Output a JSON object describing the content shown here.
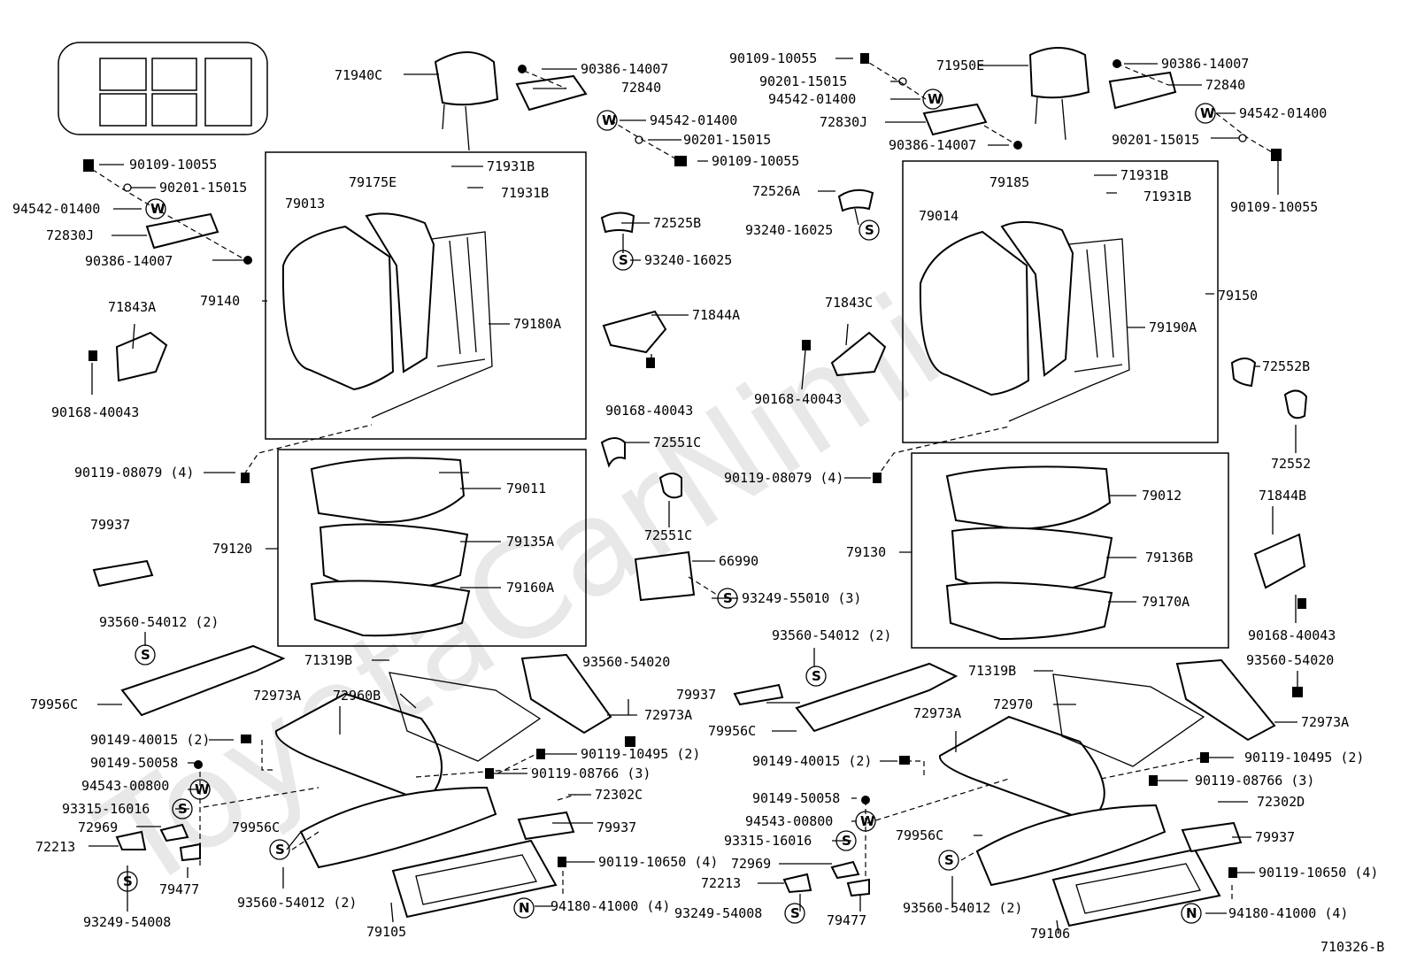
{
  "watermark": "ToyotaCarNimi",
  "figure_code": "710326-B",
  "symbols": {
    "washer": "W",
    "screw": "S",
    "nut": "N"
  },
  "labels": {
    "p71940C": "71940C",
    "p90386_14007_a": "90386-14007",
    "p72840_a": "72840",
    "p94542_01400_a": "94542-01400",
    "p90201_15015_a": "90201-15015",
    "p90109_10055_a": "90109-10055",
    "p90109_10055_b": "90109-10055",
    "p90201_15015_b": "90201-15015",
    "p94542_01400_b": "94542-01400",
    "p72830J_a": "72830J",
    "p90386_14007_b": "90386-14007",
    "p71931B_a": "71931B",
    "p71931B_b": "71931B",
    "p79175E": "79175E",
    "p79013": "79013",
    "p79140": "79140",
    "p79180A": "79180A",
    "p71843A": "71843A",
    "p90168_40043_a": "90168-40043",
    "p72525B": "72525B",
    "p93240_16025_a": "93240-16025",
    "p71844A": "71844A",
    "p90168_40043_b": "90168-40043",
    "p90119_08079_a": "90119-08079 (4)",
    "p72551C_a": "72551C",
    "p72551C_b": "72551C",
    "p79011": "79011",
    "p79120": "79120",
    "p79135A": "79135A",
    "p79160A": "79160A",
    "p79937_a": "79937",
    "p93560_54012_a": "93560-54012 (2)",
    "p66990": "66990",
    "p93249_55010": "93249-55010 (3)",
    "p79956C_a": "79956C",
    "p71319B_a": "71319B",
    "p72973A_a": "72973A",
    "p72960B": "72960B",
    "p93560_54020_a": "93560-54020",
    "p72973A_b": "72973A",
    "p90149_40015_a": "90149-40015 (2)",
    "p90149_50058_a": "90149-50058",
    "p94543_00800_a": "94543-00800",
    "p93315_16016_a": "93315-16016",
    "p72969_a": "72969",
    "p72213_a": "72213",
    "p93249_54008_a": "93249-54008",
    "p79477_a": "79477",
    "p79956C_b": "79956C",
    "p93560_54012_b": "93560-54012 (2)",
    "p79105": "79105",
    "p90119_10495_a": "90119-10495 (2)",
    "p90119_08766_a": "90119-08766 (3)",
    "p72302C": "72302C",
    "p79937_b": "79937",
    "p90119_10650_a": "90119-10650 (4)",
    "p94180_41000_a": "94180-41000 (4)",
    "p90109_10055_c": "90109-10055",
    "p90201_15015_c": "90201-15015",
    "p94542_01400_c": "94542-01400",
    "p72830J_b": "72830J",
    "p71950E": "71950E",
    "p90386_14007_c": "90386-14007",
    "p90386_14007_d": "90386-14007",
    "p72840_b": "72840",
    "p94542_01400_d": "94542-01400",
    "p90201_15015_d": "90201-15015",
    "p90109_10055_d": "90109-10055",
    "p72526A": "72526A",
    "p93240_16025_b": "93240-16025",
    "p79185": "79185",
    "p71931B_c": "71931B",
    "p71931B_d": "71931B",
    "p79014": "79014",
    "p79150": "79150",
    "p71843C": "71843C",
    "p79190A": "79190A",
    "p90168_40043_c": "90168-40043",
    "p72552B": "72552B",
    "p72552": "72552",
    "p90119_08079_b": "90119-08079 (4)",
    "p79012": "79012",
    "p71844B": "71844B",
    "p79130": "79130",
    "p79136B": "79136B",
    "p79170A": "79170A",
    "p90168_40043_d": "90168-40043",
    "p93560_54012_c": "93560-54012 (2)",
    "p79937_c": "79937",
    "p79956C_c": "79956C",
    "p71319B_b": "71319B",
    "p72973A_c": "72973A",
    "p72970": "72970",
    "p93560_54020_b": "93560-54020",
    "p72973A_d": "72973A",
    "p90149_40015_b": "90149-40015 (2)",
    "p90119_10495_b": "90119-10495 (2)",
    "p90119_08766_b": "90119-08766 (3)",
    "p90149_50058_b": "90149-50058",
    "p94543_00800_b": "94543-00800",
    "p93315_16016_b": "93315-16016",
    "p72969_b": "72969",
    "p72213_b": "72213",
    "p93249_54008_b": "93249-54008",
    "p79477_b": "79477",
    "p79956C_d": "79956C",
    "p93560_54012_d": "93560-54012 (2)",
    "p72302D": "72302D",
    "p79937_d": "79937",
    "p90119_10650_b": "90119-10650 (4)",
    "p94180_41000_b": "94180-41000 (4)",
    "p79106": "79106"
  }
}
